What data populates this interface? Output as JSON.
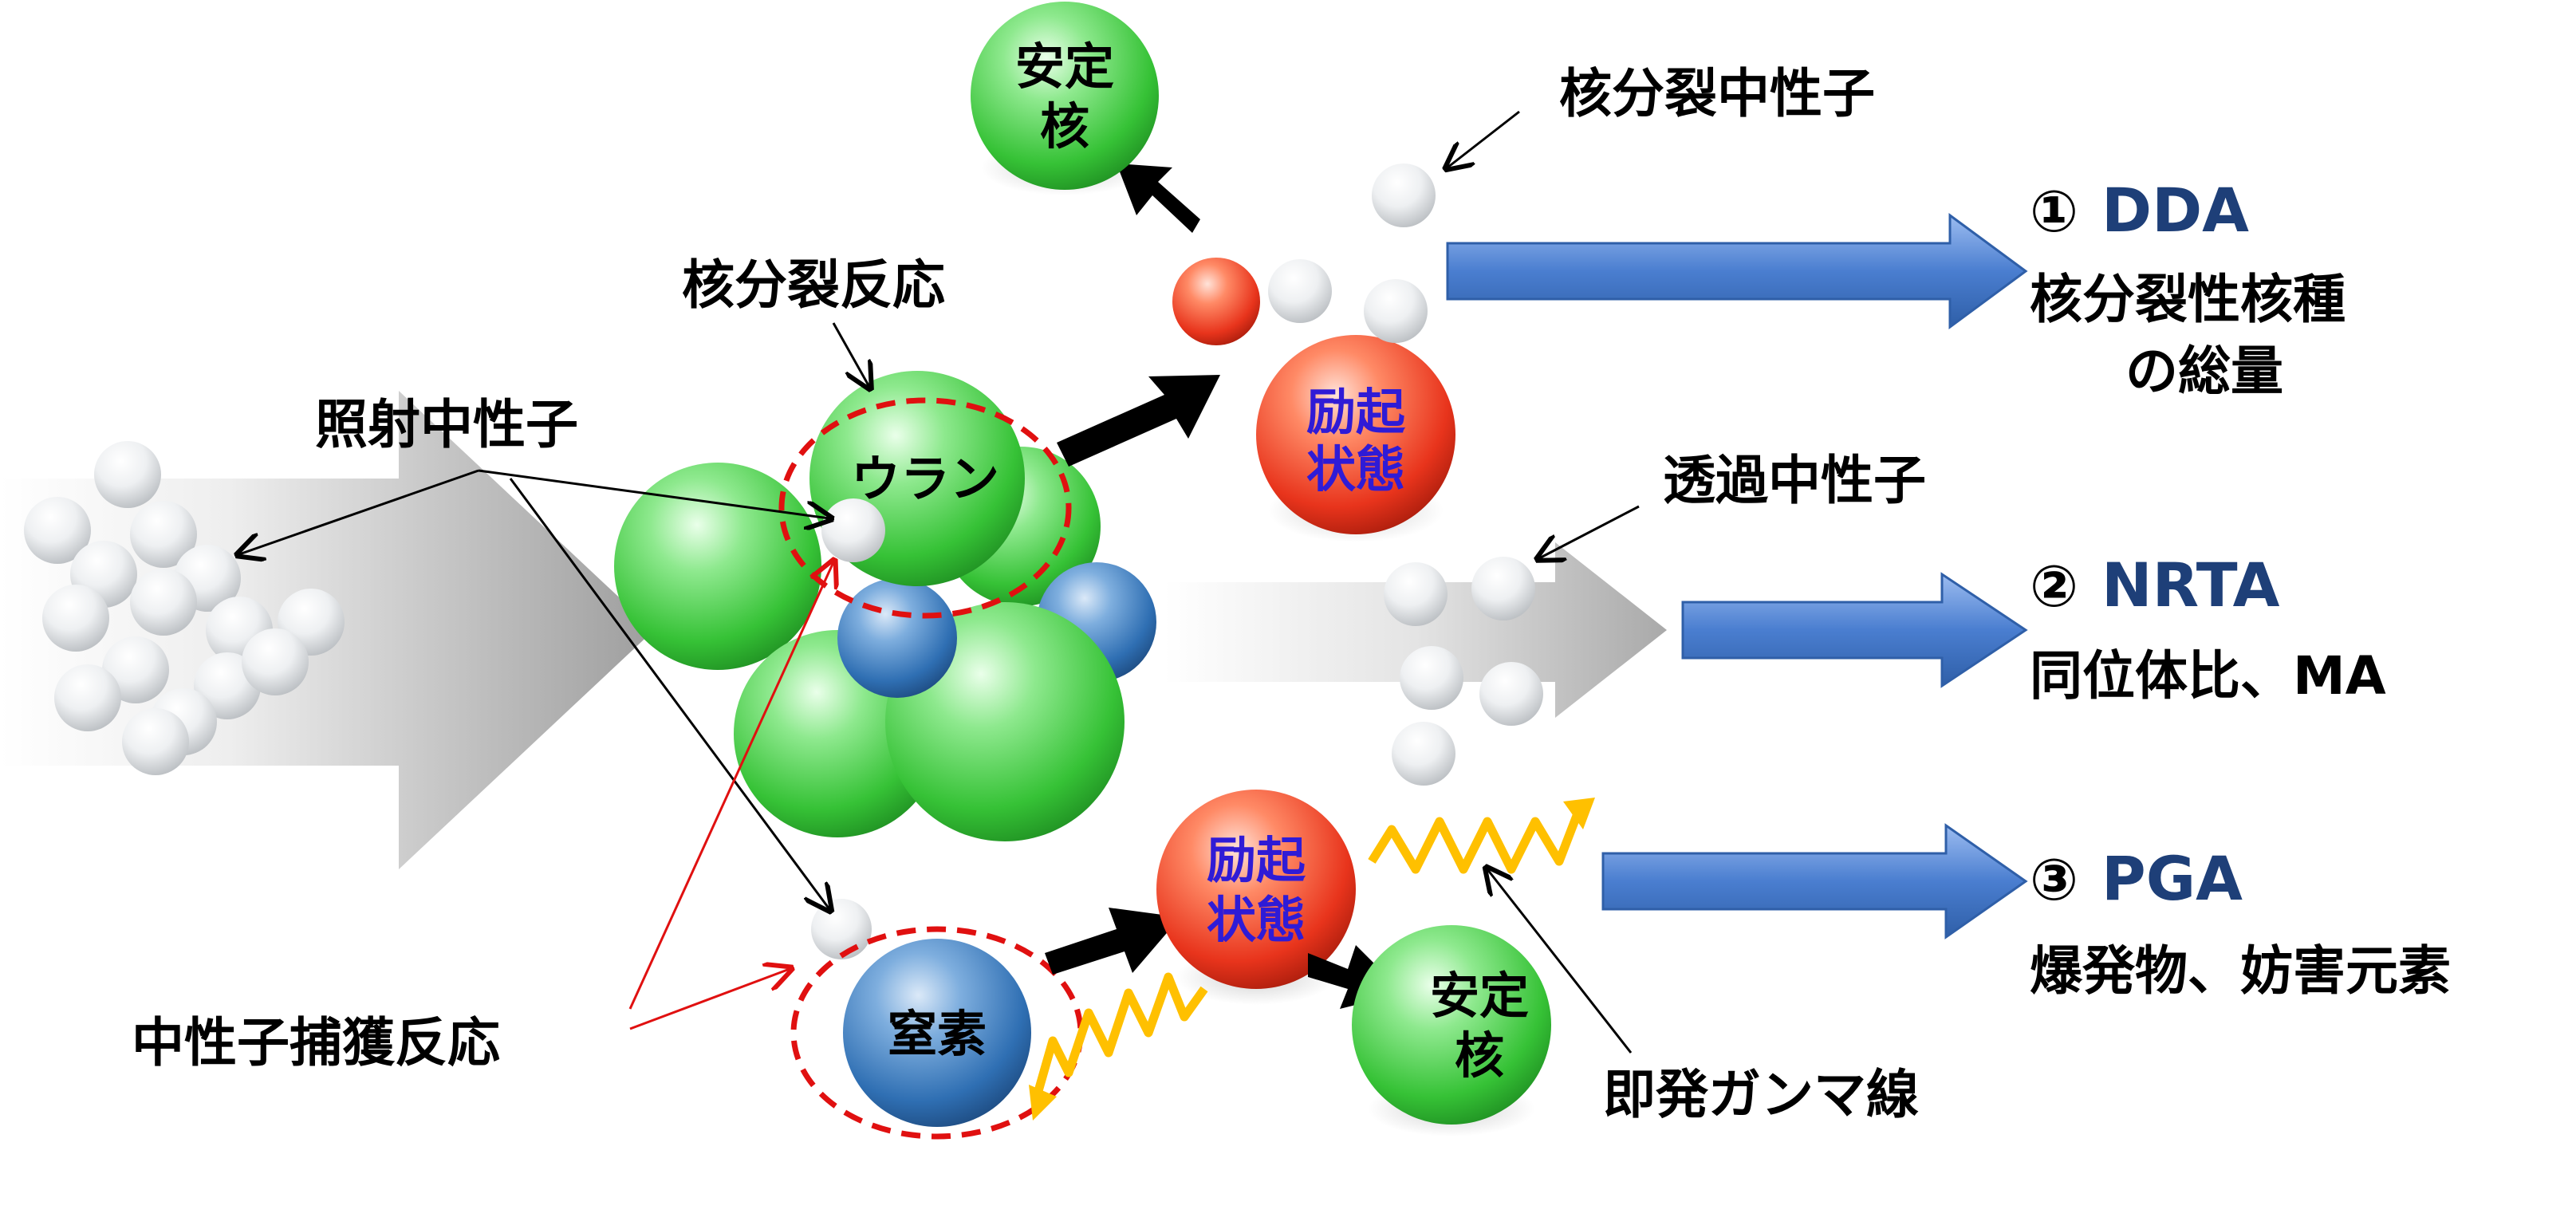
{
  "labels": {
    "stable_nucleus_top_line1": "安定",
    "stable_nucleus_top_line2": "核",
    "fission_neutron": "核分裂中性子",
    "fission_reaction": "核分裂反応",
    "irradiation_neutron": "照射中性子",
    "uranium": "ウラン",
    "excited_top_line1": "励起",
    "excited_top_line2": "状態",
    "transmitted_neutron": "透過中性子",
    "nitrogen": "窒素",
    "excited_bottom_line1": "励起",
    "excited_bottom_line2": "状態",
    "stable_nucleus_bottom_line1": "安定",
    "stable_nucleus_bottom_line2": "核",
    "neutron_capture": "中性子捕獲反応",
    "prompt_gamma": "即発ガンマ線"
  },
  "methods": [
    {
      "marker": "①",
      "name": "DDA",
      "desc_line1": "核分裂性核種",
      "desc_line2": "の総量"
    },
    {
      "marker": "②",
      "name": "NRTA",
      "desc_line1": "同位体比、MA",
      "desc_line2": ""
    },
    {
      "marker": "③",
      "name": "PGA",
      "desc_line1": "爆発物、妨害元素",
      "desc_line2": ""
    }
  ],
  "colors": {
    "method_name": "#1e3f78",
    "excited_text": "#2f1bd6",
    "nucleus_green": "#3cc83c",
    "nucleus_blue": "#2f6fb3",
    "nucleus_red": "#e8341c",
    "neutron": "#e8eaec",
    "result_arrow": "#3f73c4",
    "gamma": "#ffc000",
    "reaction_circle": "#e01010"
  }
}
